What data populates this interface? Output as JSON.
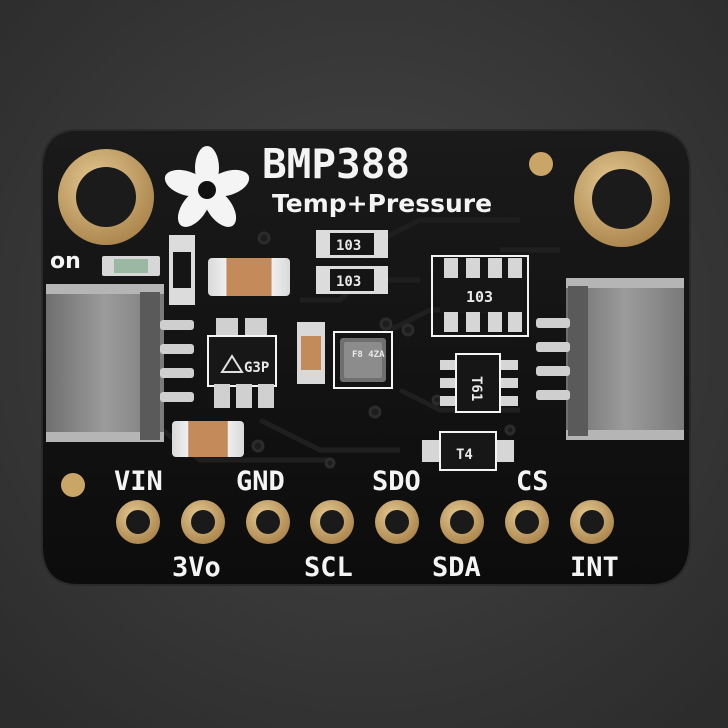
{
  "board": {
    "title": "BMP388",
    "subtitle": "Temp+Pressure",
    "led_label": "on",
    "top_pins": [
      "VIN",
      "GND",
      "SDO",
      "CS"
    ],
    "bottom_pins": [
      "3Vo",
      "SCL",
      "SDA",
      "INT"
    ],
    "resistor_labels": [
      "103",
      "103"
    ],
    "network_label": "103",
    "regulator_label": "G3P",
    "ic_label": "T61",
    "diode_label": "T4",
    "sensor_label": "F8 4ZA"
  },
  "colors": {
    "background": "#3b3b3b",
    "pcb": "#111111",
    "gold": "#c9a567",
    "silkscreen": "#f4f4f4",
    "connector": "#8a8a8a"
  }
}
